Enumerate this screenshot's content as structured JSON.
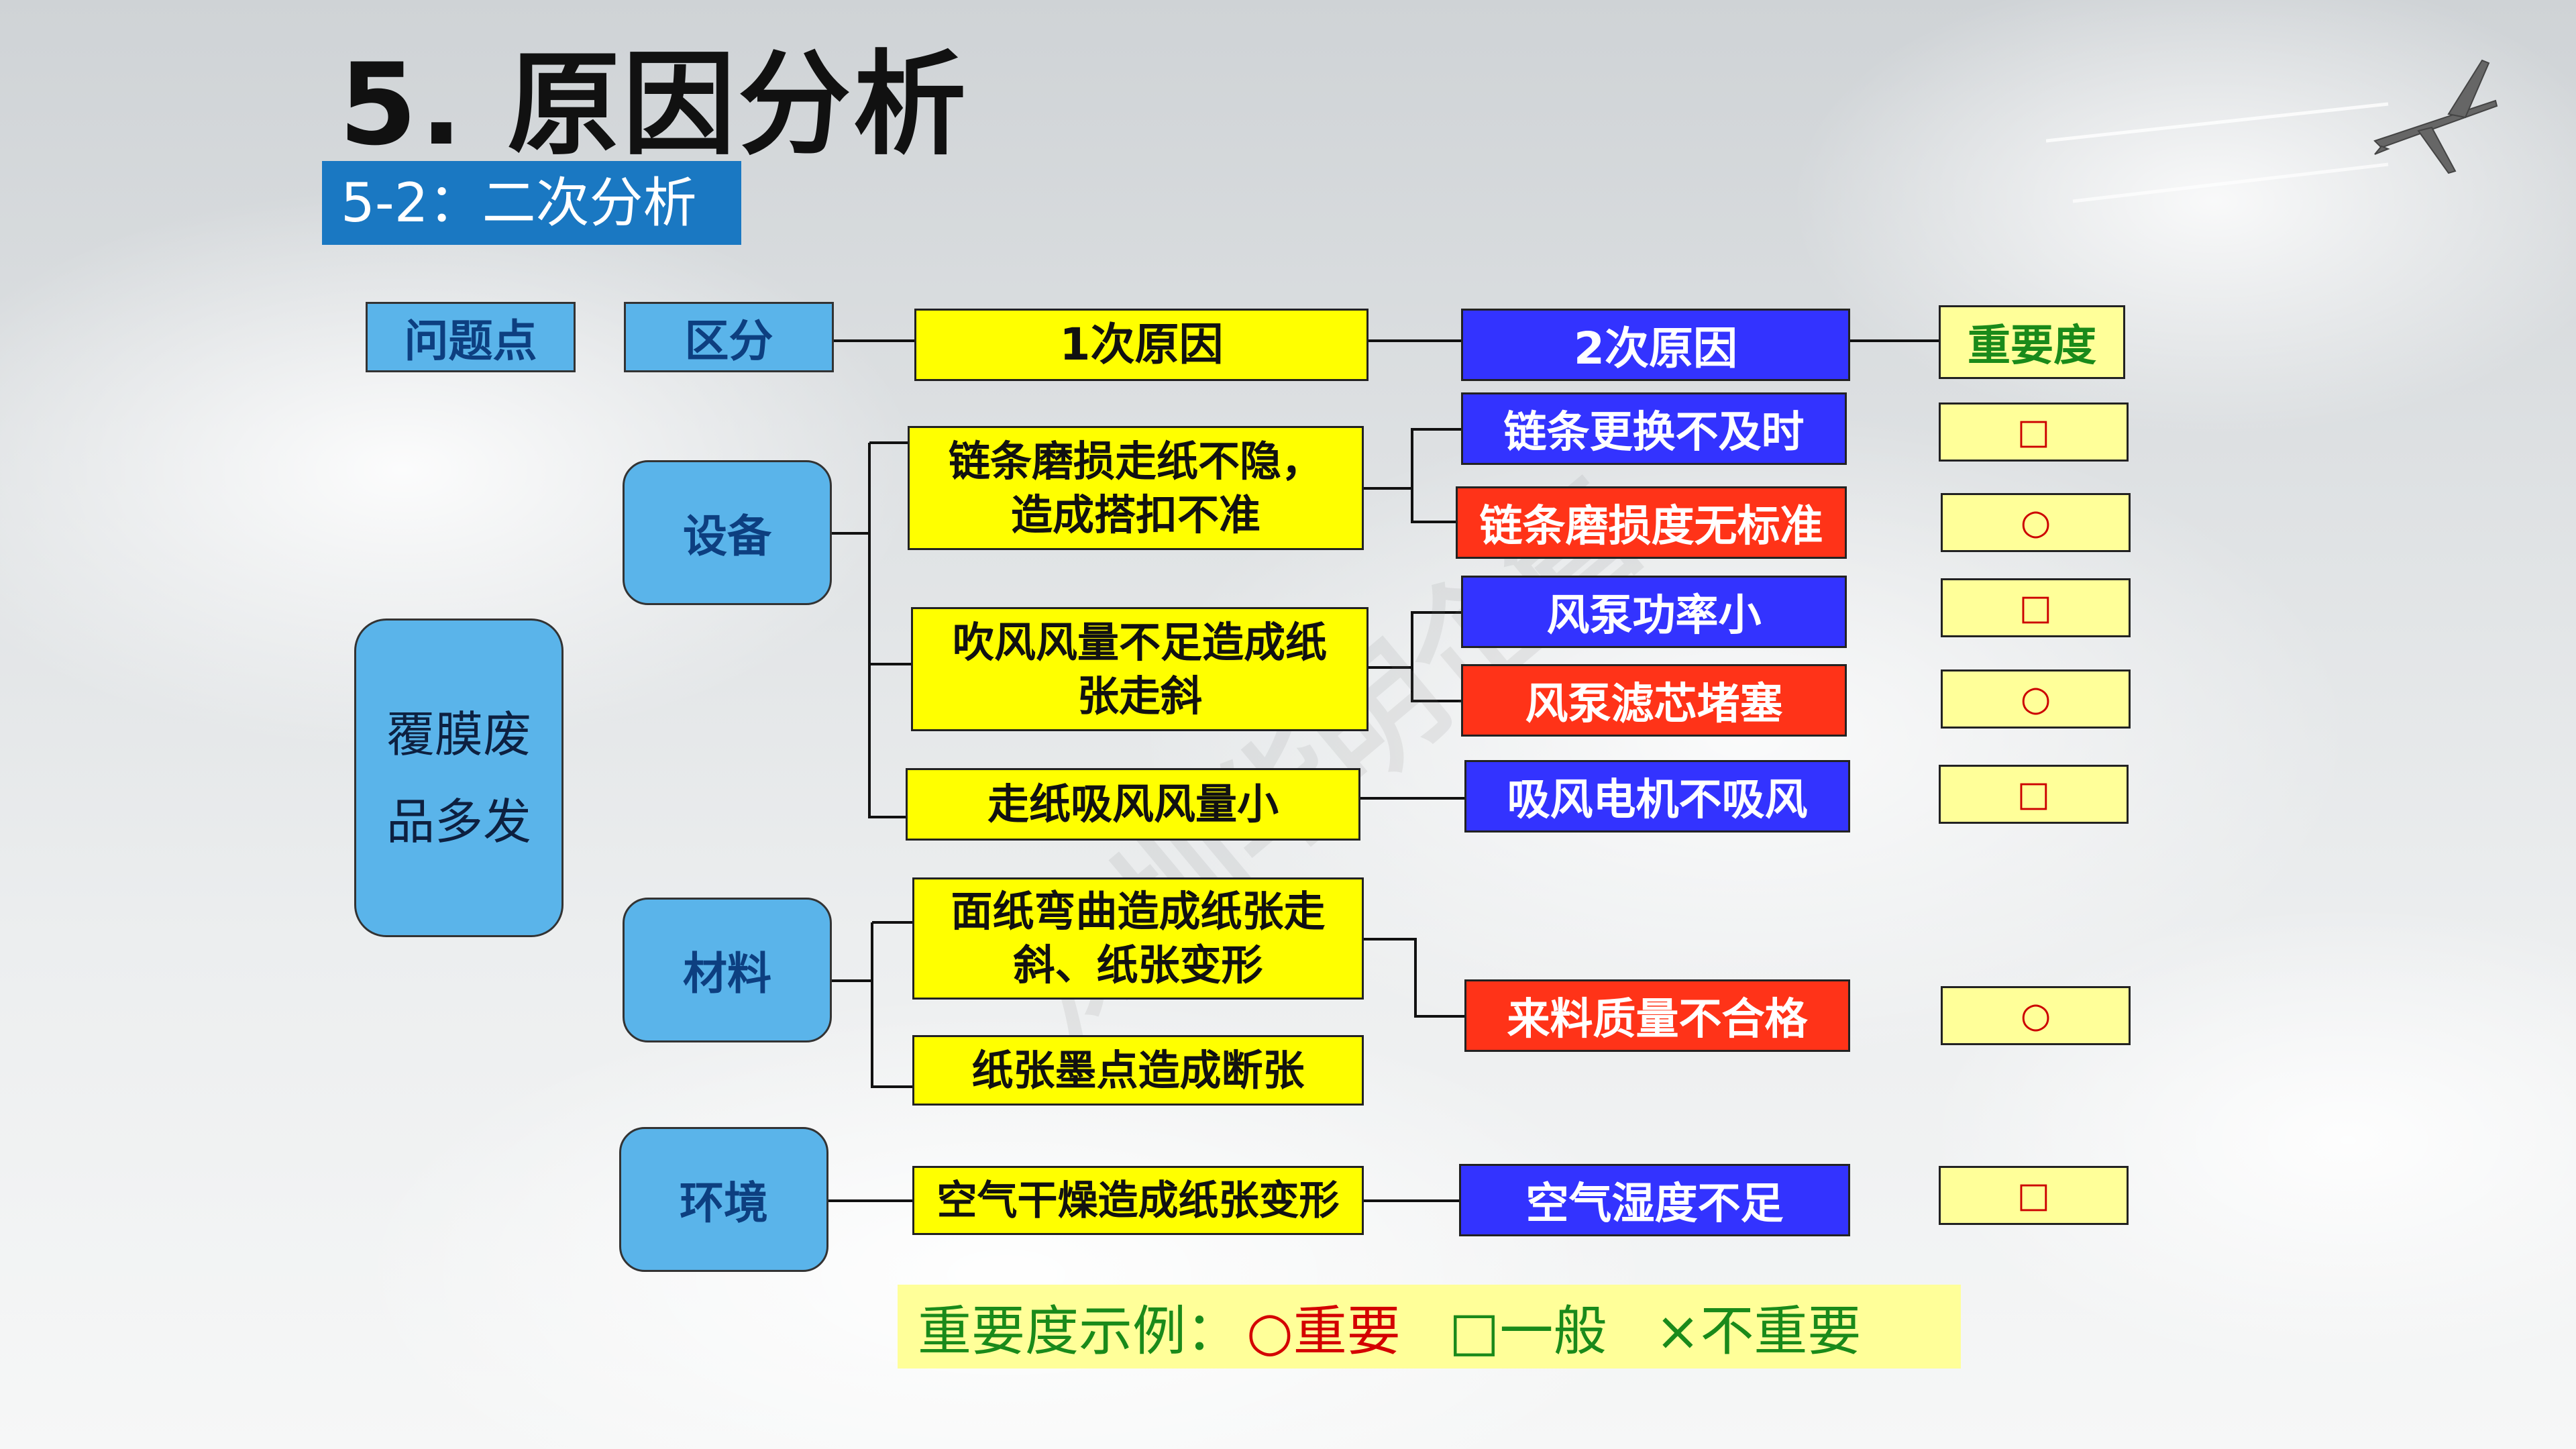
{
  "title": "5. 原因分析",
  "subtitle": "5-2：二次分析",
  "headers": {
    "problem": "问题点",
    "category": "区分",
    "cause1": "1次原因",
    "cause2": "2次原因",
    "importance": "重要度"
  },
  "problem": "覆膜废\n品多发",
  "categories": {
    "equipment": "设备",
    "material": "材料",
    "environment": "环境"
  },
  "primary_causes": [
    "链条磨损走纸不隐，\n造成搭扣不准",
    "吹风风量不足造成纸\n张走斜",
    "走纸吸风风量小",
    "面纸弯曲造成纸张走\n斜、纸张变形",
    "纸张墨点造成断张",
    "空气干燥造成纸张变形"
  ],
  "secondary_causes": [
    "链条更换不及时",
    "链条磨损度无标准",
    "风泵功率小",
    "风泵滤芯堵塞",
    "吸风电机不吸风",
    "来料质量不合格",
    "空气湿度不足"
  ],
  "importance_marks": [
    "□",
    "○",
    "□",
    "○",
    "□",
    "○",
    "□"
  ],
  "legend": {
    "label": "重要度示例：",
    "important": "○重要",
    "normal": "□一般",
    "unimportant": "×不重要"
  },
  "colors": {
    "header_blue": "#5ab4ea",
    "yellow": "#ffff00",
    "blue": "#3333ff",
    "red": "#ff3318",
    "importance_bg": "#ffff99",
    "legend_green": "#1a8a1a",
    "subtitle_bg": "#1a78c2"
  }
}
